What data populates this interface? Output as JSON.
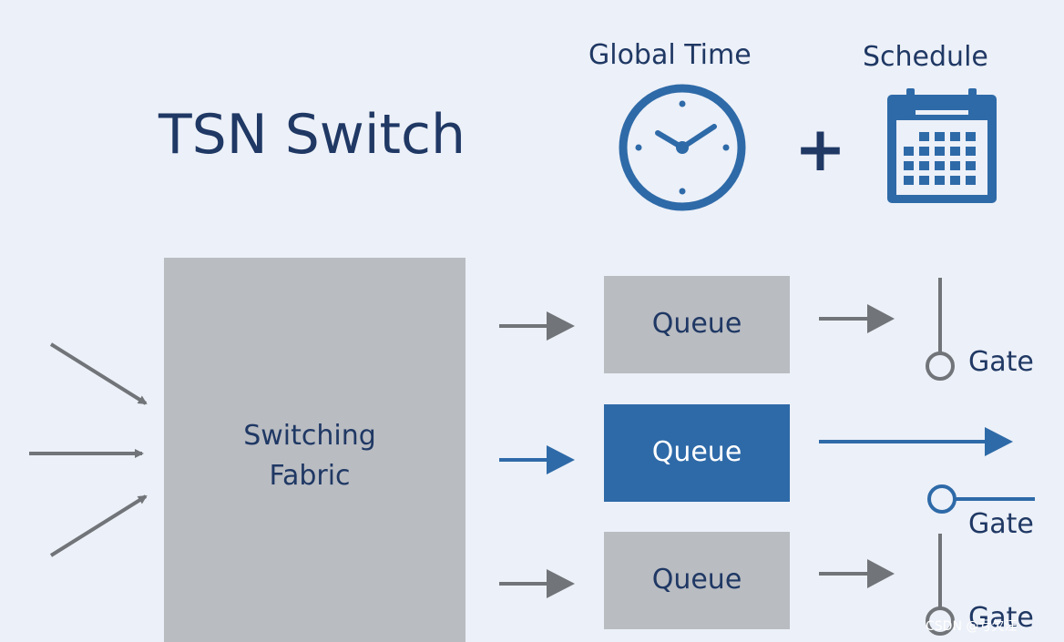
{
  "title": "TSN Switch",
  "global_time_label": "Global Time",
  "schedule_label": "Schedule",
  "plus_sign": "+",
  "fabric": {
    "line1": "Switching",
    "line2": "Fabric"
  },
  "queues": [
    {
      "label": "Queue",
      "active": false
    },
    {
      "label": "Queue",
      "active": true
    },
    {
      "label": "Queue",
      "active": false
    }
  ],
  "gates": [
    {
      "label": "Gate",
      "state": "open"
    },
    {
      "label": "Gate",
      "state": "closed"
    },
    {
      "label": "Gate",
      "state": "open"
    }
  ],
  "watermark": "CSDN @亏欠汪",
  "icons": {
    "clock": "clock-icon",
    "calendar": "calendar-icon",
    "arrow": "arrow-icon"
  },
  "colors": {
    "background": "#ecf0f8",
    "navy_text": "#1f3864",
    "accent_blue": "#2e6aa8",
    "gray_box": "#b9bcc1",
    "gray_arrow": "#717478"
  }
}
